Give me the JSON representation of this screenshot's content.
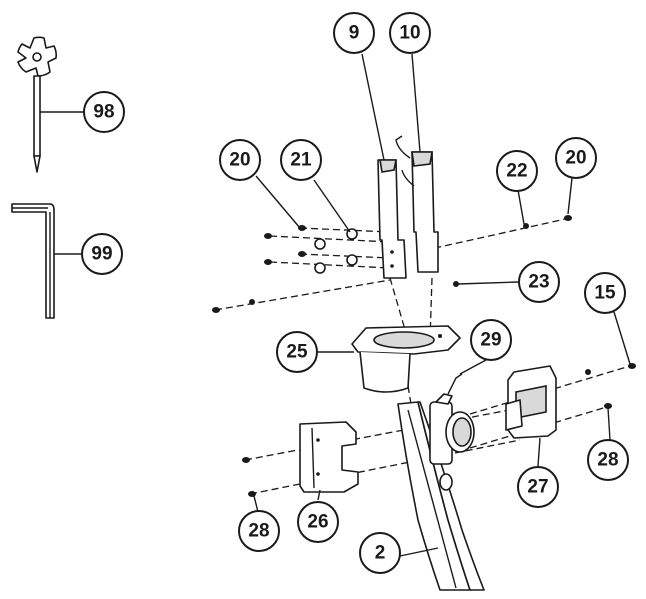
{
  "diagram": {
    "callouts": [
      "98",
      "99",
      "9",
      "10",
      "20",
      "21",
      "22",
      "20",
      "23",
      "15",
      "25",
      "29",
      "27",
      "28",
      "26",
      "28",
      "2"
    ],
    "colors": {
      "line": "#1a1a1a",
      "fill": "#ffffff",
      "shade": "#d9d9d9"
    }
  }
}
